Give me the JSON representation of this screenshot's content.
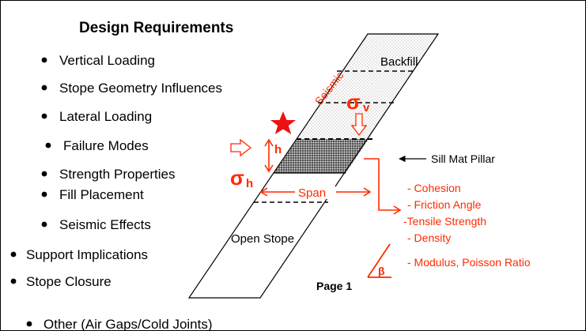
{
  "title": "Design Requirements",
  "bullets": [
    "Vertical Loading",
    "Stope Geometry Influences",
    "Lateral Loading",
    "Failure Modes",
    "Strength Properties",
    "Fill Placement",
    "Seismic Effects",
    "Support Implications",
    "Stope Closure",
    "Other (Air Gaps/Cold Joints)"
  ],
  "diagram": {
    "backfill_label": "Backfill",
    "seismic_label": "Seismic",
    "sigma_v_symbol": "σ",
    "sigma_v_subscript": "v",
    "sigma_h_symbol": "σ",
    "sigma_h_subscript": "h",
    "h_label": "h",
    "span_label": "Span",
    "sill_mat_label": "Sill Mat Pillar",
    "open_stope_label": "Open Stope",
    "page_label": "Page 1",
    "beta_label": "β",
    "properties": [
      "- Cohesion",
      "- Friction Angle",
      "-Tensile Strength",
      "- Density",
      "- Modulus, Poisson Ratio"
    ]
  },
  "colors": {
    "accent": "#ff2a00",
    "star": "#ee1111",
    "text": "#000000",
    "background": "#ffffff"
  }
}
